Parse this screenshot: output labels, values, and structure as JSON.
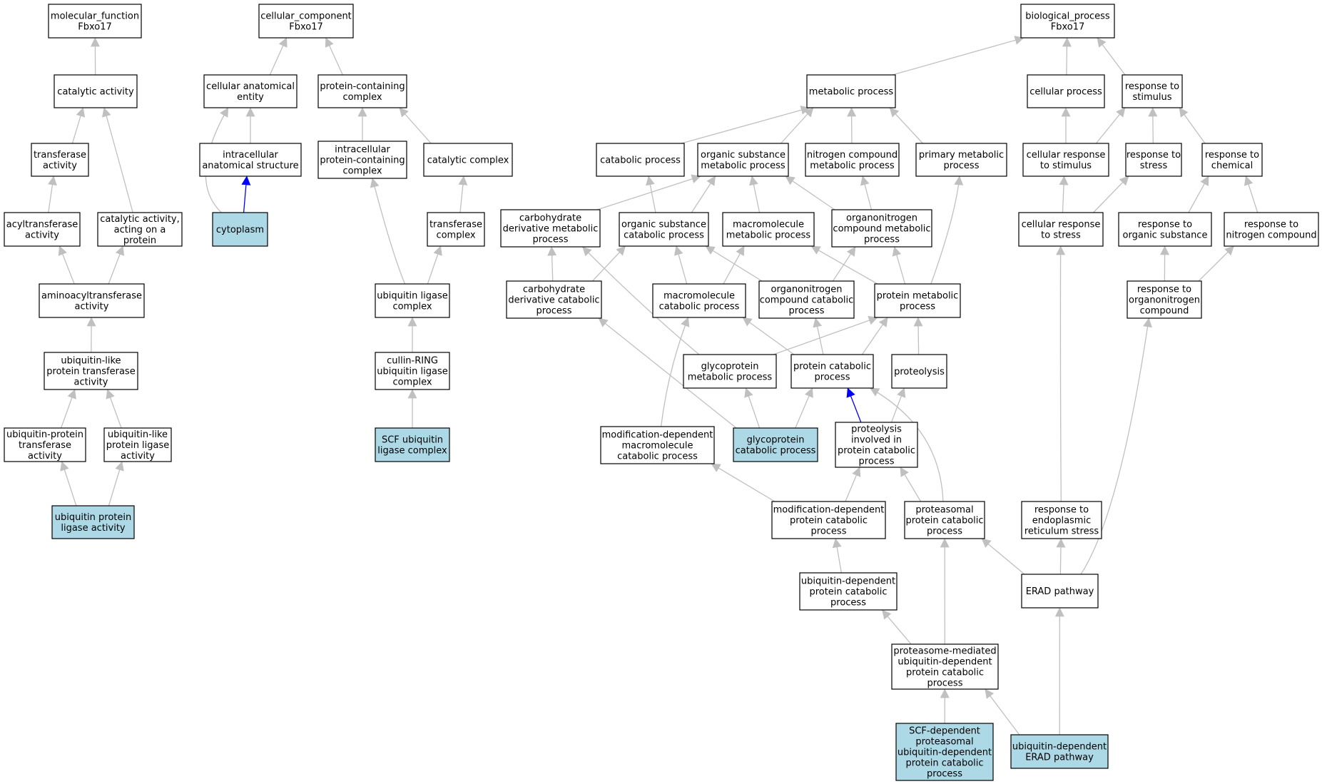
{
  "colors": {
    "background": "#ffffff",
    "node_fill": "#ffffff",
    "node_highlight_fill": "#add8e6",
    "node_border": "#000000",
    "edge_default": "#c0c0c0",
    "edge_highlight": "#0000ff"
  },
  "nodes": [
    {
      "id": "mf",
      "lines": [
        "molecular_function",
        "Fbxo17"
      ],
      "highlight": false
    },
    {
      "id": "catalytic_activity",
      "lines": [
        "catalytic activity"
      ],
      "highlight": false
    },
    {
      "id": "transferase_activity",
      "lines": [
        "transferase",
        "activity"
      ],
      "highlight": false
    },
    {
      "id": "acyltransferase",
      "lines": [
        "acyltransferase",
        "activity"
      ],
      "highlight": false
    },
    {
      "id": "cat_act_protein",
      "lines": [
        "catalytic activity,",
        "acting on a",
        "protein"
      ],
      "highlight": false
    },
    {
      "id": "aminoacyltransferase",
      "lines": [
        "aminoacyltransferase",
        "activity"
      ],
      "highlight": false
    },
    {
      "id": "ubl_transferase",
      "lines": [
        "ubiquitin-like",
        "protein transferase",
        "activity"
      ],
      "highlight": false
    },
    {
      "id": "ub_transferase",
      "lines": [
        "ubiquitin-protein",
        "transferase",
        "activity"
      ],
      "highlight": false
    },
    {
      "id": "ubl_ligase",
      "lines": [
        "ubiquitin-like",
        "protein ligase",
        "activity"
      ],
      "highlight": false
    },
    {
      "id": "ub_ligase_activity",
      "lines": [
        "ubiquitin protein",
        "ligase activity"
      ],
      "highlight": true
    },
    {
      "id": "cc",
      "lines": [
        "cellular_component",
        "Fbxo17"
      ],
      "highlight": false
    },
    {
      "id": "cell_anat_entity",
      "lines": [
        "cellular anatomical",
        "entity"
      ],
      "highlight": false
    },
    {
      "id": "protein_complex",
      "lines": [
        "protein-containing",
        "complex"
      ],
      "highlight": false
    },
    {
      "id": "intracell_anat",
      "lines": [
        "intracellular",
        "anatomical structure"
      ],
      "highlight": false
    },
    {
      "id": "cytoplasm",
      "lines": [
        "cytoplasm"
      ],
      "highlight": true
    },
    {
      "id": "intracell_protein_complex",
      "lines": [
        "intracellular",
        "protein-containing",
        "complex"
      ],
      "highlight": false
    },
    {
      "id": "catalytic_complex",
      "lines": [
        "catalytic complex"
      ],
      "highlight": false
    },
    {
      "id": "transferase_complex",
      "lines": [
        "transferase",
        "complex"
      ],
      "highlight": false
    },
    {
      "id": "ub_ligase_complex",
      "lines": [
        "ubiquitin ligase",
        "complex"
      ],
      "highlight": false
    },
    {
      "id": "cullin_ring",
      "lines": [
        "cullin-RING",
        "ubiquitin ligase",
        "complex"
      ],
      "highlight": false
    },
    {
      "id": "scf_complex",
      "lines": [
        "SCF ubiquitin",
        "ligase complex"
      ],
      "highlight": true
    },
    {
      "id": "bp",
      "lines": [
        "biological_process",
        "Fbxo17"
      ],
      "highlight": false
    },
    {
      "id": "metabolic_process",
      "lines": [
        "metabolic process"
      ],
      "highlight": false
    },
    {
      "id": "cellular_process",
      "lines": [
        "cellular process"
      ],
      "highlight": false
    },
    {
      "id": "response_stimulus",
      "lines": [
        "response to",
        "stimulus"
      ],
      "highlight": false
    },
    {
      "id": "catabolic_process",
      "lines": [
        "catabolic process"
      ],
      "highlight": false
    },
    {
      "id": "organic_subst_metab",
      "lines": [
        "organic substance",
        "metabolic process"
      ],
      "highlight": false
    },
    {
      "id": "nitrogen_compound_metab",
      "lines": [
        "nitrogen compound",
        "metabolic process"
      ],
      "highlight": false
    },
    {
      "id": "primary_metab",
      "lines": [
        "primary metabolic",
        "process"
      ],
      "highlight": false
    },
    {
      "id": "cell_resp_stimulus",
      "lines": [
        "cellular response",
        "to stimulus"
      ],
      "highlight": false
    },
    {
      "id": "resp_stress",
      "lines": [
        "response to",
        "stress"
      ],
      "highlight": false
    },
    {
      "id": "resp_chemical",
      "lines": [
        "response to",
        "chemical"
      ],
      "highlight": false
    },
    {
      "id": "carb_deriv_metab",
      "lines": [
        "carbohydrate",
        "derivative metabolic",
        "process"
      ],
      "highlight": false
    },
    {
      "id": "organic_subst_catab",
      "lines": [
        "organic substance",
        "catabolic process"
      ],
      "highlight": false
    },
    {
      "id": "macromolecule_metab",
      "lines": [
        "macromolecule",
        "metabolic process"
      ],
      "highlight": false
    },
    {
      "id": "organonitrogen_metab",
      "lines": [
        "organonitrogen",
        "compound metabolic",
        "process"
      ],
      "highlight": false
    },
    {
      "id": "cell_resp_stress",
      "lines": [
        "cellular response",
        "to stress"
      ],
      "highlight": false
    },
    {
      "id": "resp_organic_subst",
      "lines": [
        "response to",
        "organic substance"
      ],
      "highlight": false
    },
    {
      "id": "resp_nitrogen_compound",
      "lines": [
        "response to",
        "nitrogen compound"
      ],
      "highlight": false
    },
    {
      "id": "carb_deriv_catab",
      "lines": [
        "carbohydrate",
        "derivative catabolic",
        "process"
      ],
      "highlight": false
    },
    {
      "id": "macromolecule_catab",
      "lines": [
        "macromolecule",
        "catabolic process"
      ],
      "highlight": false
    },
    {
      "id": "organonitrogen_catab",
      "lines": [
        "organonitrogen",
        "compound catabolic",
        "process"
      ],
      "highlight": false
    },
    {
      "id": "protein_metab",
      "lines": [
        "protein metabolic",
        "process"
      ],
      "highlight": false
    },
    {
      "id": "resp_organonitrogen",
      "lines": [
        "response to",
        "organonitrogen",
        "compound"
      ],
      "highlight": false
    },
    {
      "id": "glycoprotein_metab",
      "lines": [
        "glycoprotein",
        "metabolic process"
      ],
      "highlight": false
    },
    {
      "id": "protein_catab",
      "lines": [
        "protein catabolic",
        "process"
      ],
      "highlight": false
    },
    {
      "id": "proteolysis",
      "lines": [
        "proteolysis"
      ],
      "highlight": false
    },
    {
      "id": "mod_dep_macro_catab",
      "lines": [
        "modification-dependent",
        "macromolecule",
        "catabolic process"
      ],
      "highlight": false
    },
    {
      "id": "glycoprotein_catab",
      "lines": [
        "glycoprotein",
        "catabolic process"
      ],
      "highlight": true
    },
    {
      "id": "proteolysis_prot_catab",
      "lines": [
        "proteolysis",
        "involved in",
        "protein catabolic",
        "process"
      ],
      "highlight": false
    },
    {
      "id": "mod_dep_prot_catab",
      "lines": [
        "modification-dependent",
        "protein catabolic",
        "process"
      ],
      "highlight": false
    },
    {
      "id": "proteasomal_prot_catab",
      "lines": [
        "proteasomal",
        "protein catabolic",
        "process"
      ],
      "highlight": false
    },
    {
      "id": "resp_er_stress",
      "lines": [
        "response to",
        "endoplasmic",
        "reticulum stress"
      ],
      "highlight": false
    },
    {
      "id": "ub_dep_prot_catab",
      "lines": [
        "ubiquitin-dependent",
        "protein catabolic",
        "process"
      ],
      "highlight": false
    },
    {
      "id": "erad",
      "lines": [
        "ERAD pathway"
      ],
      "highlight": false
    },
    {
      "id": "proteasome_mediated",
      "lines": [
        "proteasome-mediated",
        "ubiquitin-dependent",
        "protein catabolic",
        "process"
      ],
      "highlight": false
    },
    {
      "id": "scf_dependent",
      "lines": [
        "SCF-dependent",
        "proteasomal",
        "ubiquitin-dependent",
        "protein catabolic",
        "process"
      ],
      "highlight": true
    },
    {
      "id": "ub_dep_erad",
      "lines": [
        "ubiquitin-dependent",
        "ERAD pathway"
      ],
      "highlight": true
    }
  ],
  "edges": [
    {
      "from": "catalytic_activity",
      "to": "mf",
      "highlight": false
    },
    {
      "from": "transferase_activity",
      "to": "catalytic_activity",
      "highlight": false
    },
    {
      "from": "cat_act_protein",
      "to": "catalytic_activity",
      "highlight": false
    },
    {
      "from": "acyltransferase",
      "to": "transferase_activity",
      "highlight": false
    },
    {
      "from": "aminoacyltransferase",
      "to": "acyltransferase",
      "highlight": false
    },
    {
      "from": "aminoacyltransferase",
      "to": "cat_act_protein",
      "highlight": false
    },
    {
      "from": "ubl_transferase",
      "to": "aminoacyltransferase",
      "highlight": false
    },
    {
      "from": "ub_transferase",
      "to": "ubl_transferase",
      "highlight": false
    },
    {
      "from": "ubl_ligase",
      "to": "ubl_transferase",
      "highlight": false
    },
    {
      "from": "ub_ligase_activity",
      "to": "ub_transferase",
      "highlight": false
    },
    {
      "from": "ub_ligase_activity",
      "to": "ubl_ligase",
      "highlight": false
    },
    {
      "from": "cell_anat_entity",
      "to": "cc",
      "highlight": false
    },
    {
      "from": "protein_complex",
      "to": "cc",
      "highlight": false
    },
    {
      "from": "intracell_anat",
      "to": "cell_anat_entity",
      "highlight": false
    },
    {
      "from": "cytoplasm",
      "to": "cell_anat_entity",
      "highlight": false
    },
    {
      "from": "cytoplasm",
      "to": "intracell_anat",
      "highlight": true
    },
    {
      "from": "intracell_protein_complex",
      "to": "protein_complex",
      "highlight": false
    },
    {
      "from": "catalytic_complex",
      "to": "protein_complex",
      "highlight": false
    },
    {
      "from": "transferase_complex",
      "to": "catalytic_complex",
      "highlight": false
    },
    {
      "from": "ub_ligase_complex",
      "to": "intracell_protein_complex",
      "highlight": false
    },
    {
      "from": "ub_ligase_complex",
      "to": "transferase_complex",
      "highlight": false
    },
    {
      "from": "cullin_ring",
      "to": "ub_ligase_complex",
      "highlight": false
    },
    {
      "from": "scf_complex",
      "to": "cullin_ring",
      "highlight": false
    },
    {
      "from": "metabolic_process",
      "to": "bp",
      "highlight": false
    },
    {
      "from": "cellular_process",
      "to": "bp",
      "highlight": false
    },
    {
      "from": "response_stimulus",
      "to": "bp",
      "highlight": false
    },
    {
      "from": "catabolic_process",
      "to": "metabolic_process",
      "highlight": false
    },
    {
      "from": "organic_subst_metab",
      "to": "metabolic_process",
      "highlight": false
    },
    {
      "from": "nitrogen_compound_metab",
      "to": "metabolic_process",
      "highlight": false
    },
    {
      "from": "primary_metab",
      "to": "metabolic_process",
      "highlight": false
    },
    {
      "from": "cell_resp_stimulus",
      "to": "cellular_process",
      "highlight": false
    },
    {
      "from": "cell_resp_stimulus",
      "to": "response_stimulus",
      "highlight": false
    },
    {
      "from": "resp_stress",
      "to": "response_stimulus",
      "highlight": false
    },
    {
      "from": "resp_chemical",
      "to": "response_stimulus",
      "highlight": false
    },
    {
      "from": "carb_deriv_metab",
      "to": "organic_subst_metab",
      "highlight": false
    },
    {
      "from": "organic_subst_catab",
      "to": "catabolic_process",
      "highlight": false
    },
    {
      "from": "organic_subst_catab",
      "to": "organic_subst_metab",
      "highlight": false
    },
    {
      "from": "macromolecule_metab",
      "to": "organic_subst_metab",
      "highlight": false
    },
    {
      "from": "organonitrogen_metab",
      "to": "organic_subst_metab",
      "highlight": false
    },
    {
      "from": "organonitrogen_metab",
      "to": "nitrogen_compound_metab",
      "highlight": false
    },
    {
      "from": "cell_resp_stress",
      "to": "cell_resp_stimulus",
      "highlight": false
    },
    {
      "from": "cell_resp_stress",
      "to": "resp_stress",
      "highlight": false
    },
    {
      "from": "resp_organic_subst",
      "to": "resp_chemical",
      "highlight": false
    },
    {
      "from": "resp_nitrogen_compound",
      "to": "resp_chemical",
      "highlight": false
    },
    {
      "from": "carb_deriv_catab",
      "to": "carb_deriv_metab",
      "highlight": false
    },
    {
      "from": "carb_deriv_catab",
      "to": "organic_subst_catab",
      "highlight": false
    },
    {
      "from": "macromolecule_catab",
      "to": "organic_subst_catab",
      "highlight": false
    },
    {
      "from": "macromolecule_catab",
      "to": "macromolecule_metab",
      "highlight": false
    },
    {
      "from": "organonitrogen_catab",
      "to": "organic_subst_catab",
      "highlight": false
    },
    {
      "from": "organonitrogen_catab",
      "to": "organonitrogen_metab",
      "highlight": false
    },
    {
      "from": "protein_metab",
      "to": "macromolecule_metab",
      "highlight": false
    },
    {
      "from": "protein_metab",
      "to": "organonitrogen_metab",
      "highlight": false
    },
    {
      "from": "protein_metab",
      "to": "primary_metab",
      "highlight": false
    },
    {
      "from": "resp_organonitrogen",
      "to": "resp_organic_subst",
      "highlight": false
    },
    {
      "from": "resp_organonitrogen",
      "to": "resp_nitrogen_compound",
      "highlight": false
    },
    {
      "from": "glycoprotein_metab",
      "to": "protein_metab",
      "highlight": false
    },
    {
      "from": "glycoprotein_metab",
      "to": "carb_deriv_metab",
      "highlight": false
    },
    {
      "from": "protein_catab",
      "to": "protein_metab",
      "highlight": false
    },
    {
      "from": "protein_catab",
      "to": "macromolecule_catab",
      "highlight": false
    },
    {
      "from": "protein_catab",
      "to": "organonitrogen_catab",
      "highlight": false
    },
    {
      "from": "proteolysis",
      "to": "protein_metab",
      "highlight": false
    },
    {
      "from": "mod_dep_macro_catab",
      "to": "macromolecule_catab",
      "highlight": false
    },
    {
      "from": "glycoprotein_catab",
      "to": "glycoprotein_metab",
      "highlight": false
    },
    {
      "from": "glycoprotein_catab",
      "to": "protein_catab",
      "highlight": false
    },
    {
      "from": "glycoprotein_catab",
      "to": "carb_deriv_catab",
      "highlight": false
    },
    {
      "from": "proteolysis_prot_catab",
      "to": "protein_catab",
      "highlight": true
    },
    {
      "from": "proteolysis_prot_catab",
      "to": "proteolysis",
      "highlight": false
    },
    {
      "from": "mod_dep_prot_catab",
      "to": "proteolysis_prot_catab",
      "highlight": false
    },
    {
      "from": "mod_dep_prot_catab",
      "to": "mod_dep_macro_catab",
      "highlight": false
    },
    {
      "from": "proteasomal_prot_catab",
      "to": "proteolysis_prot_catab",
      "highlight": false
    },
    {
      "from": "proteasomal_prot_catab",
      "to": "protein_catab",
      "highlight": false
    },
    {
      "from": "resp_er_stress",
      "to": "cell_resp_stress",
      "highlight": false
    },
    {
      "from": "ub_dep_prot_catab",
      "to": "mod_dep_prot_catab",
      "highlight": false
    },
    {
      "from": "erad",
      "to": "resp_er_stress",
      "highlight": false
    },
    {
      "from": "erad",
      "to": "proteasomal_prot_catab",
      "highlight": false
    },
    {
      "from": "erad",
      "to": "resp_organonitrogen",
      "highlight": false
    },
    {
      "from": "proteasome_mediated",
      "to": "ub_dep_prot_catab",
      "highlight": false
    },
    {
      "from": "proteasome_mediated",
      "to": "proteasomal_prot_catab",
      "highlight": false
    },
    {
      "from": "scf_dependent",
      "to": "proteasome_mediated",
      "highlight": false
    },
    {
      "from": "ub_dep_erad",
      "to": "proteasome_mediated",
      "highlight": false
    },
    {
      "from": "ub_dep_erad",
      "to": "erad",
      "highlight": false
    }
  ]
}
